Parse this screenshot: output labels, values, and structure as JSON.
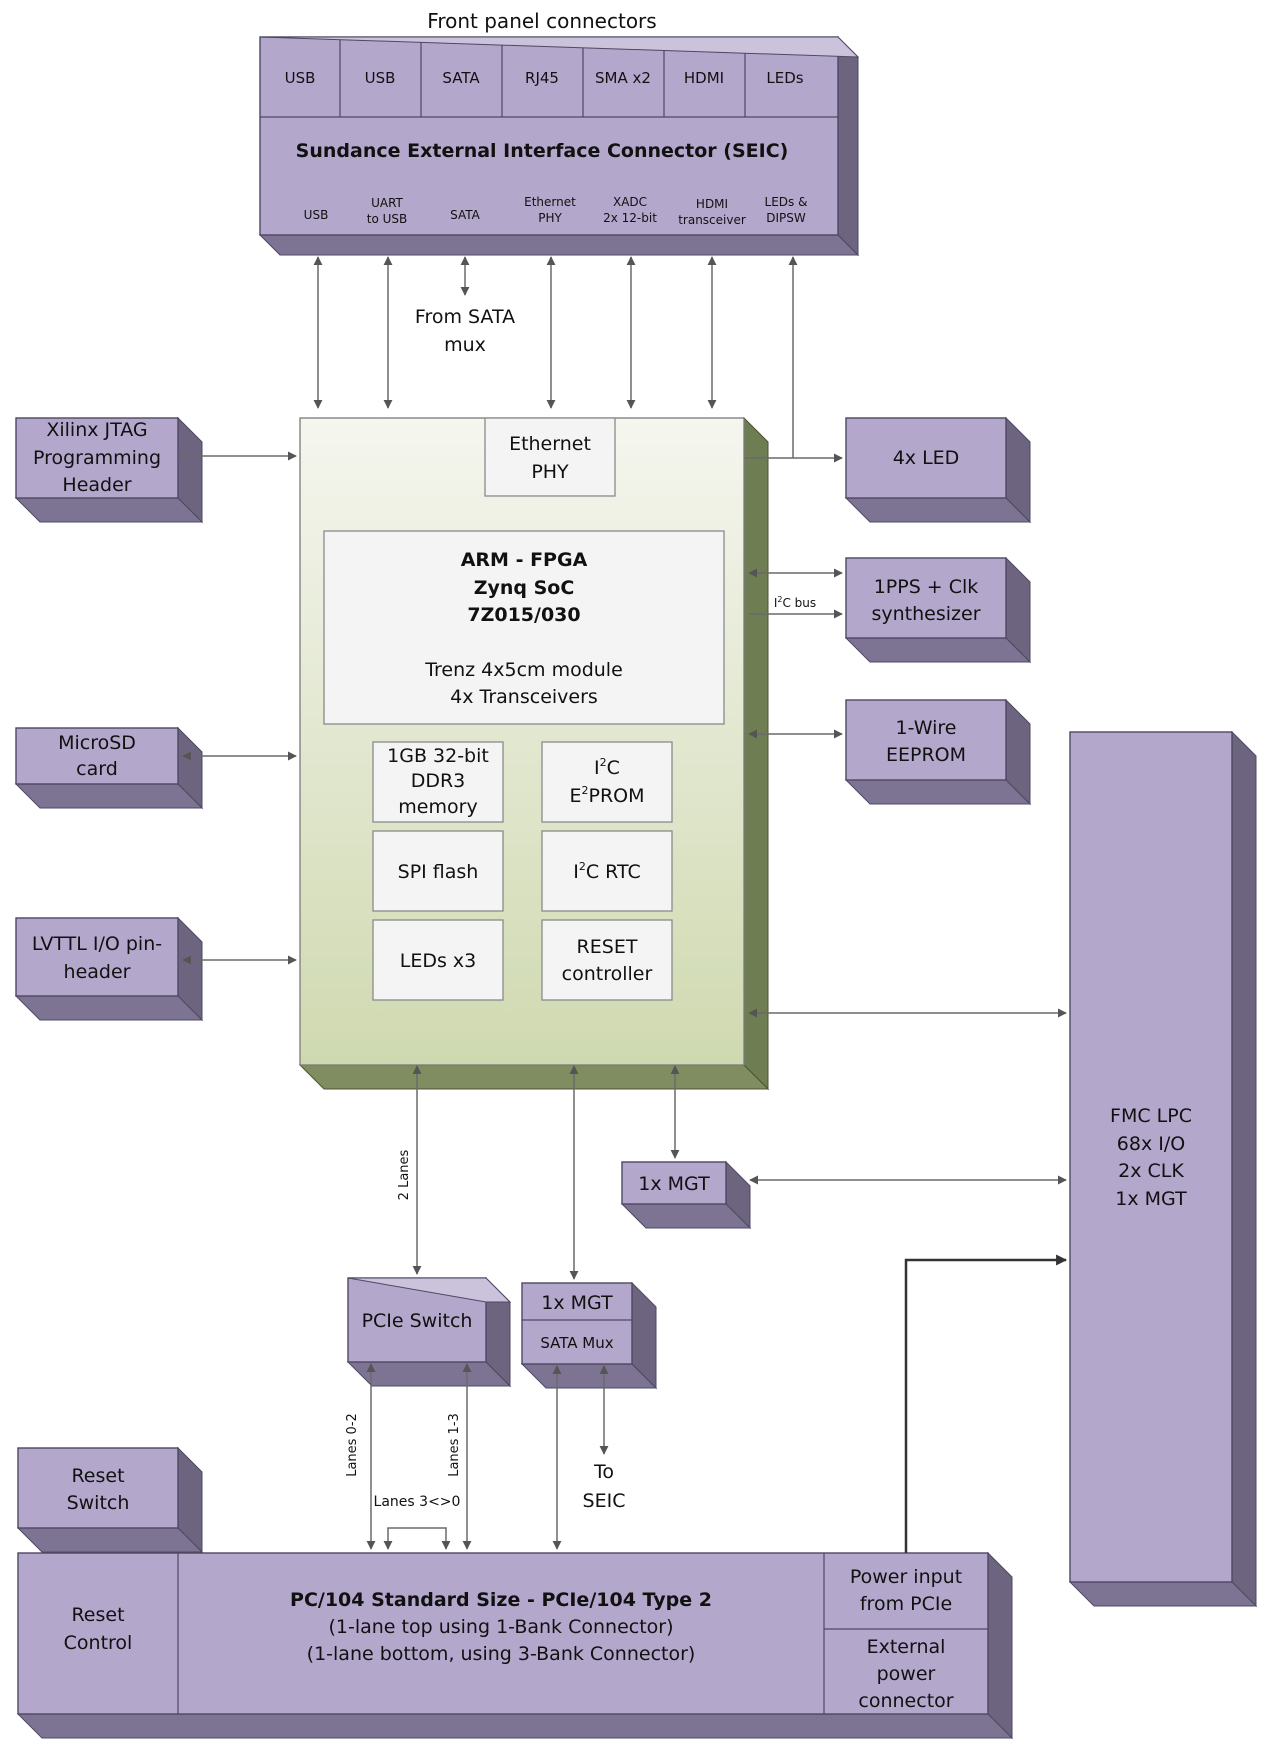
{
  "front_panel_title": "Front panel connectors",
  "front_panel_connectors": [
    "USB",
    "USB",
    "SATA",
    "RJ45",
    "SMA x2",
    "HDMI",
    "LEDs"
  ],
  "seic": {
    "title": "Sundance External Interface Connector (SEIC)",
    "ports": [
      [
        "USB"
      ],
      [
        "UART",
        "to USB"
      ],
      [
        "SATA"
      ],
      [
        "Ethernet",
        "PHY"
      ],
      [
        "XADC",
        "2x 12-bit"
      ],
      [
        "HDMI",
        "transceiver"
      ],
      [
        "LEDs &",
        "DIPSW"
      ]
    ]
  },
  "from_sata_mux": [
    "From SATA",
    "mux"
  ],
  "jtag": [
    "Xilinx JTAG",
    "Programming",
    "Header"
  ],
  "microsd": [
    "MicroSD",
    "card"
  ],
  "lvttl": [
    "LVTTL I/O pin-",
    "header"
  ],
  "ethernet_phy": [
    "Ethernet",
    "PHY"
  ],
  "soc": {
    "title_lines": [
      "ARM - FPGA",
      "Zynq SoC",
      "7Z015/030"
    ],
    "sub_lines": [
      "Trenz 4x5cm module",
      "4x Transceivers"
    ]
  },
  "ddr3": [
    "1GB 32-bit",
    "DDR3",
    "memory"
  ],
  "i2c_eeprom": {
    "line1": "I",
    "line1_sup": "2",
    "line1_rest": "C",
    "line2": "E",
    "line2_sup": "2",
    "line2_rest": "PROM"
  },
  "spi_flash": "SPI flash",
  "i2c_rtc": {
    "pre": "I",
    "sup": "2",
    "post": "C RTC"
  },
  "leds_x3": "LEDs x3",
  "reset_controller": [
    "RESET",
    "controller"
  ],
  "led4": "4x LED",
  "pps": [
    "1PPS + Clk",
    "synthesizer"
  ],
  "i2c_bus": {
    "pre": "I",
    "sup": "2",
    "post": "C bus"
  },
  "onewire": [
    "1-Wire",
    "EEPROM"
  ],
  "fmc": [
    "FMC LPC",
    "68x I/O",
    "2x CLK",
    "1x MGT"
  ],
  "mgt_side": "1x MGT",
  "two_lanes": "2 Lanes",
  "pcie_switch": "PCIe Switch",
  "mgt_bottom": "1x MGT",
  "sata_mux": "SATA Mux",
  "to_seic": [
    "To",
    "SEIC"
  ],
  "lanes_0_2": "Lanes 0-2",
  "lanes_1_3": "Lanes 1-3",
  "lanes_3_0": "Lanes 3<>0",
  "reset_switch": [
    "Reset",
    "Switch"
  ],
  "reset_control": [
    "Reset",
    "Control"
  ],
  "pc104": [
    "PC/104 Standard Size -  PCIe/104 Type 2",
    "(1-lane top using 1-Bank Connector)",
    "(1-lane bottom, using 3-Bank Connector)"
  ],
  "power_pcie": [
    "Power input",
    "from PCIe"
  ],
  "external_power": [
    "External",
    "power",
    "connector"
  ],
  "colors": {
    "box_face": "#b4a7cc",
    "box_side": "#6d6480",
    "soc_top": "#f5f6ef",
    "soc_bottom": "#cfd9b0",
    "soc_side": "#6f7d52"
  }
}
